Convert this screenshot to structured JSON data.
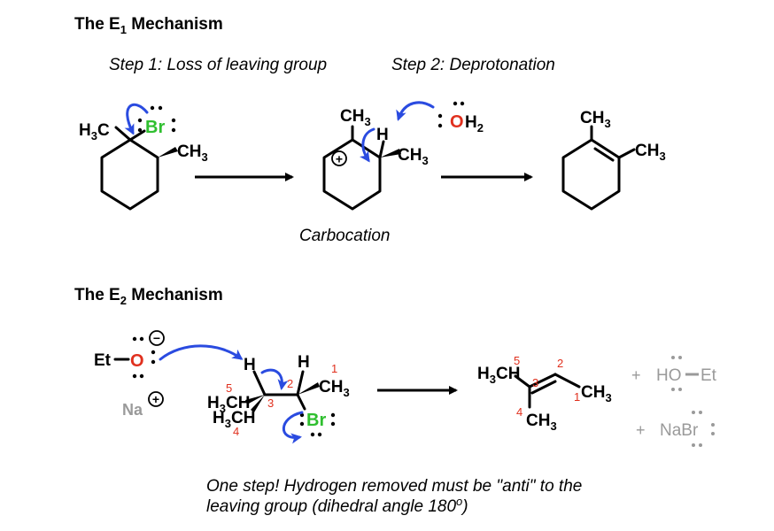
{
  "e1": {
    "title_pre": "The E",
    "title_sub": "1",
    "title_post": " Mechanism",
    "step1": "Step 1: Loss of leaving group",
    "step2": "Step 2: Deprotonation",
    "carbocation": "Carbocation",
    "atoms": {
      "h3c": "H",
      "h3c_sub": "3",
      "h3c_c": "C",
      "br": "Br",
      "ch3": "CH",
      "ch3_sub": "3",
      "h": "H",
      "o": "O",
      "h2": "H",
      "h2_sub": "2",
      "plus": "+"
    }
  },
  "e2": {
    "title_pre": "The E",
    "title_sub": "2",
    "title_post": " Mechanism",
    "note_line1": "One step! Hydrogen removed must be \"anti\" to the",
    "note_line2_pre": "leaving group (dihedral angle 180",
    "note_line2_sup": "o",
    "note_line2_post": ")",
    "atoms": {
      "et": "Et",
      "o": "O",
      "na": "Na",
      "minus": "−",
      "plus": "+",
      "h": "H",
      "ch3": "CH",
      "sub3": "3",
      "h3c": "H",
      "br": "Br"
    },
    "numbers": [
      "1",
      "2",
      "3",
      "4",
      "5"
    ],
    "byproducts": {
      "plus1": "+",
      "ho": "HO",
      "et": "Et",
      "plus2": "+",
      "nabr": "NaBr"
    }
  },
  "colors": {
    "arrow_blue": "#2a4be0",
    "oxygen_red": "#e0301e",
    "bromine_green": "#2fbf2f",
    "spectator_gray": "#9a9a9a"
  }
}
